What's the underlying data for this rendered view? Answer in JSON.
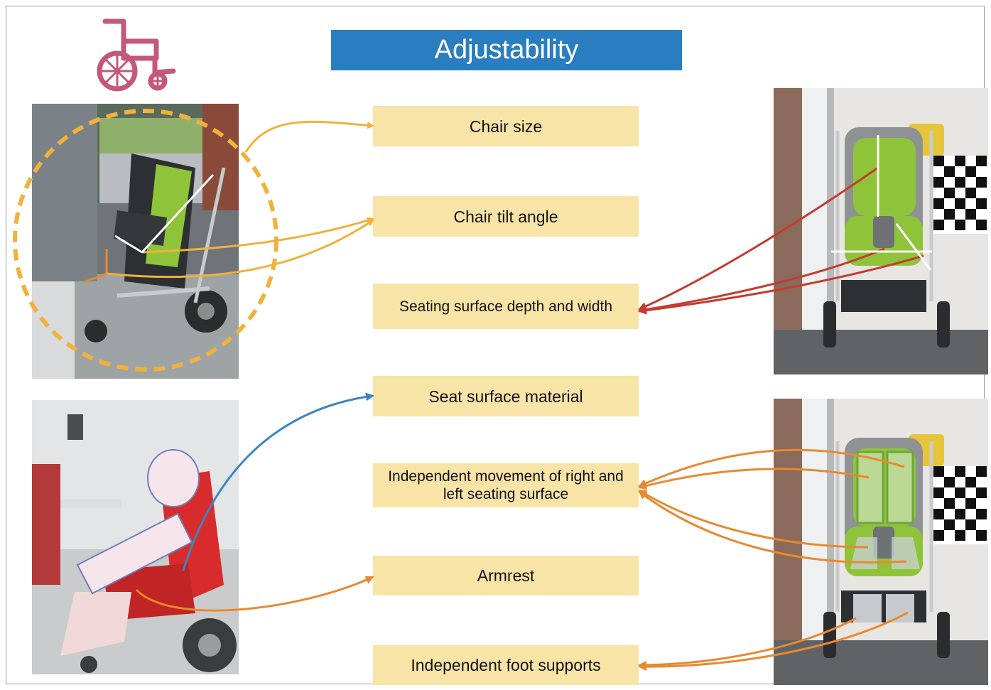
{
  "title": "Adjustability",
  "labels": {
    "chair_size": "Chair size",
    "chair_tilt_angle": "Chair tilt angle",
    "seating_depth_width": "Seating surface depth and width",
    "seat_surface_material": "Seat surface material",
    "independent_movement": "Independent movement of right and left seating surface",
    "armrest": "Armrest",
    "independent_foot_supports": "Independent foot supports"
  },
  "colors": {
    "title_bar": "#2a7ec0",
    "label_box": "#f9e4a7",
    "wheelchair_icon": "#c5587a",
    "arrow_yellow": "#f1b13c",
    "arrow_orange": "#e8892f",
    "arrow_red": "#c53a2f",
    "arrow_blue": "#3a86c4",
    "chair_green": "#8fc43a",
    "chair_red": "#d82b2b"
  },
  "icons": {
    "wheelchair": "wheelchair-icon"
  }
}
